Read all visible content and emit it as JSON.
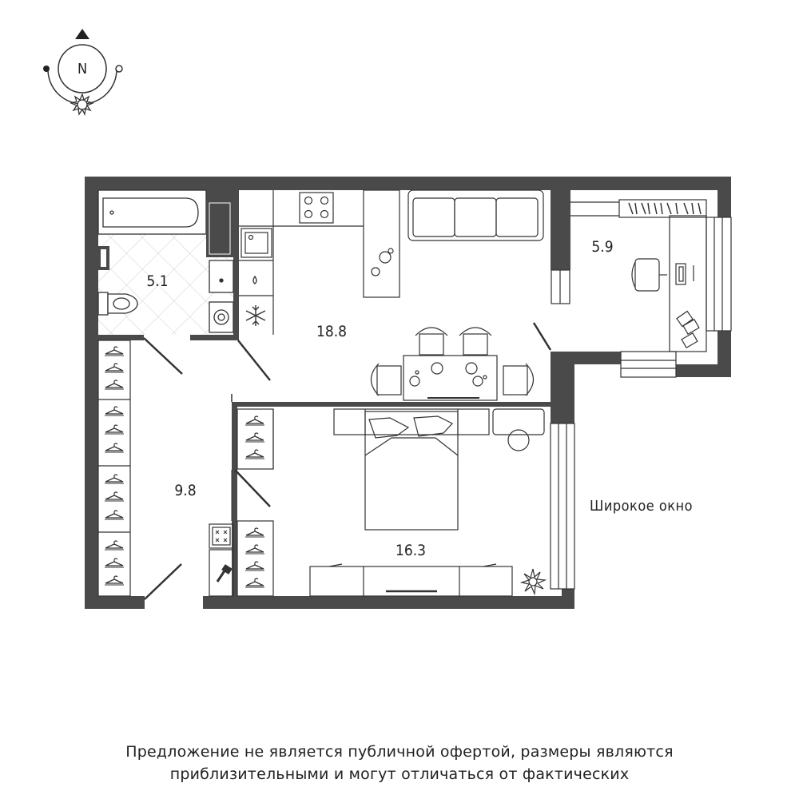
{
  "compass": {
    "north_label": "N"
  },
  "rooms": {
    "bathroom_area": "5.1",
    "kitchen_living_area": "18.8",
    "study_area": "5.9",
    "hall_area": "9.8",
    "bedroom_area": "16.3"
  },
  "annotation": {
    "wide_window": "Широкое окно"
  },
  "disclaimer": {
    "line1": "Предложение не является публичной офертой, размеры являются",
    "line2": "приблизительными и могут отличаться от фактических"
  },
  "colors": {
    "wall": "#4a4a4a",
    "line": "#333333",
    "tile": "#cccccc",
    "background": "#ffffff"
  }
}
